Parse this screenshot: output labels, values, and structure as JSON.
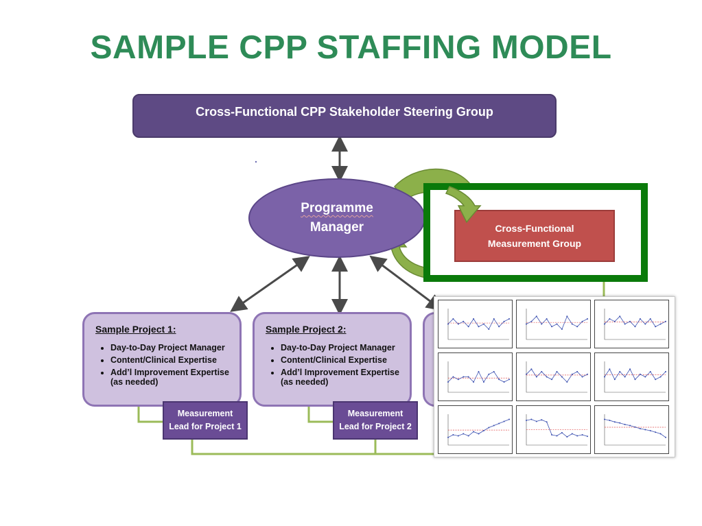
{
  "title": "SAMPLE CPP STAFFING MODEL",
  "steering_group": "Cross-Functional CPP Stakeholder Steering Group",
  "programme_manager": {
    "line1": "Programme",
    "line2": "Manager"
  },
  "measurement_group": {
    "line1": "Cross-Functional",
    "line2": "Measurement Group"
  },
  "projects": [
    {
      "title": "Sample Project 1:",
      "items": [
        "Day-to-Day Project Manager",
        "Content/Clinical Expertise",
        "Add’l Improvement Expertise",
        "(as needed)"
      ],
      "lead": {
        "line1": "Measurement",
        "line2": "Lead for Project 1"
      }
    },
    {
      "title": "Sample Project 2:",
      "items": [
        "Day-to-Day Project Manager",
        "Content/Clinical Expertise",
        "Add’l Improvement Expertise",
        "(as needed)"
      ],
      "lead": {
        "line1": "Measurement",
        "line2": "Lead for Project 2"
      }
    }
  ],
  "colors": {
    "title": "#2e8b57",
    "steering": "#5e4a84",
    "programme_manager": "#7b62a8",
    "project_box": "#cfc1df",
    "measurement_lead": "#6a4c95",
    "measurement_group": "#c0504d",
    "highlight_frame": "#0a7a0a",
    "connector_green": "#9bbb59"
  },
  "thumbnails": [
    [
      3,
      4,
      3,
      3.5,
      2.5,
      4,
      2.5,
      3,
      2,
      4,
      2.5,
      3.5,
      4
    ],
    [
      3,
      3.5,
      4.5,
      3,
      4,
      2.5,
      3,
      2,
      4.5,
      3,
      2.5,
      3.5,
      4
    ],
    [
      3,
      4,
      3.5,
      4.5,
      3,
      3.5,
      2.5,
      4,
      3,
      4,
      2.5,
      3,
      3.5
    ],
    [
      2,
      3,
      2.5,
      3,
      3,
      2,
      4,
      2,
      3.5,
      4,
      2.5,
      2,
      2.5
    ],
    [
      3.5,
      4.5,
      3,
      4,
      3,
      2.5,
      4,
      3,
      2,
      3.5,
      4,
      3,
      3.5
    ],
    [
      3,
      4.5,
      2.5,
      4,
      3,
      4.5,
      2.5,
      3.5,
      3,
      4,
      2.5,
      3,
      4
    ],
    [
      1.5,
      2,
      1.8,
      2.2,
      1.8,
      2.6,
      2.2,
      2.8,
      3.4,
      3.8,
      4.2,
      4.6,
      5
    ],
    [
      4.8,
      5,
      4.6,
      4.9,
      4.5,
      2,
      1.8,
      2.4,
      1.6,
      2.2,
      1.8,
      2,
      1.7
    ],
    [
      5,
      4.8,
      4.5,
      4.3,
      4,
      3.8,
      3.5,
      3.2,
      3,
      2.8,
      2.5,
      2.2,
      1.5
    ]
  ]
}
